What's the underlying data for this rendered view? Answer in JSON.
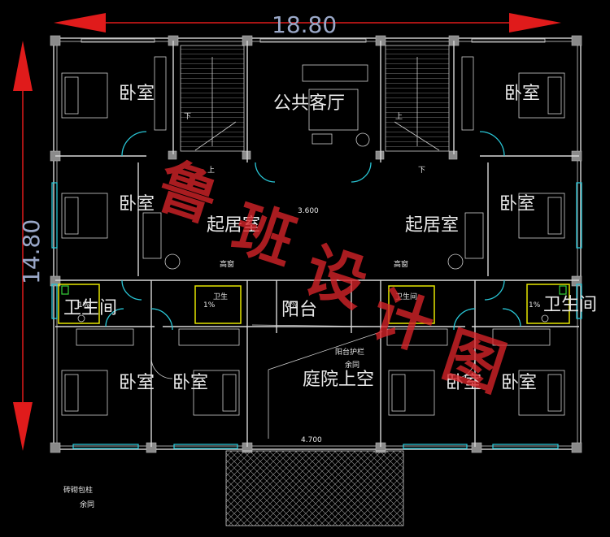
{
  "dimensions": {
    "width": "18.80",
    "height": "14.80"
  },
  "rooms": {
    "bedroom_top_left": "卧室",
    "bedroom_top_right": "卧室",
    "public_hall": "公共客厅",
    "bedroom_mid_left": "卧室",
    "bedroom_mid_right": "卧室",
    "living_left": "起居室",
    "living_right": "起居室",
    "bath_left": "卫生间",
    "bath_right": "卫生间",
    "balcony": "阳台",
    "courtyard": "庭院上空",
    "bedroom_bot_1": "卧室",
    "bedroom_bot_2": "卧室",
    "bedroom_bot_3": "卧室",
    "bedroom_bot_4": "卧室"
  },
  "notes": {
    "stair_up_left": "上",
    "stair_down_left": "下",
    "stair_up_right": "上",
    "stair_down_right": "下",
    "high_window_left": "高窗",
    "high_window_right": "高窗",
    "dim_3600": "3.600",
    "dim_4700": "4.700",
    "balcony_rail": "阳台护栏",
    "same_as_1": "余同",
    "slope_1": "1%",
    "slope_2": "1%",
    "slope_3": "1%",
    "slope_4": "1%",
    "small_bath_left": "卫生",
    "small_bath_right": "卫生间",
    "brick_column": "砖砌包柱",
    "same_as_2": "余同"
  },
  "watermark": [
    "鲁",
    "班",
    "设",
    "计",
    "图"
  ],
  "colors": {
    "background": "#000000",
    "wall": "#d8d8d8",
    "window": "#29c6d6",
    "arrow": "#e01b1b",
    "watermark": "#d9252a",
    "fixture_yellow": "#e6e600",
    "fixture_green": "#36d23a"
  }
}
